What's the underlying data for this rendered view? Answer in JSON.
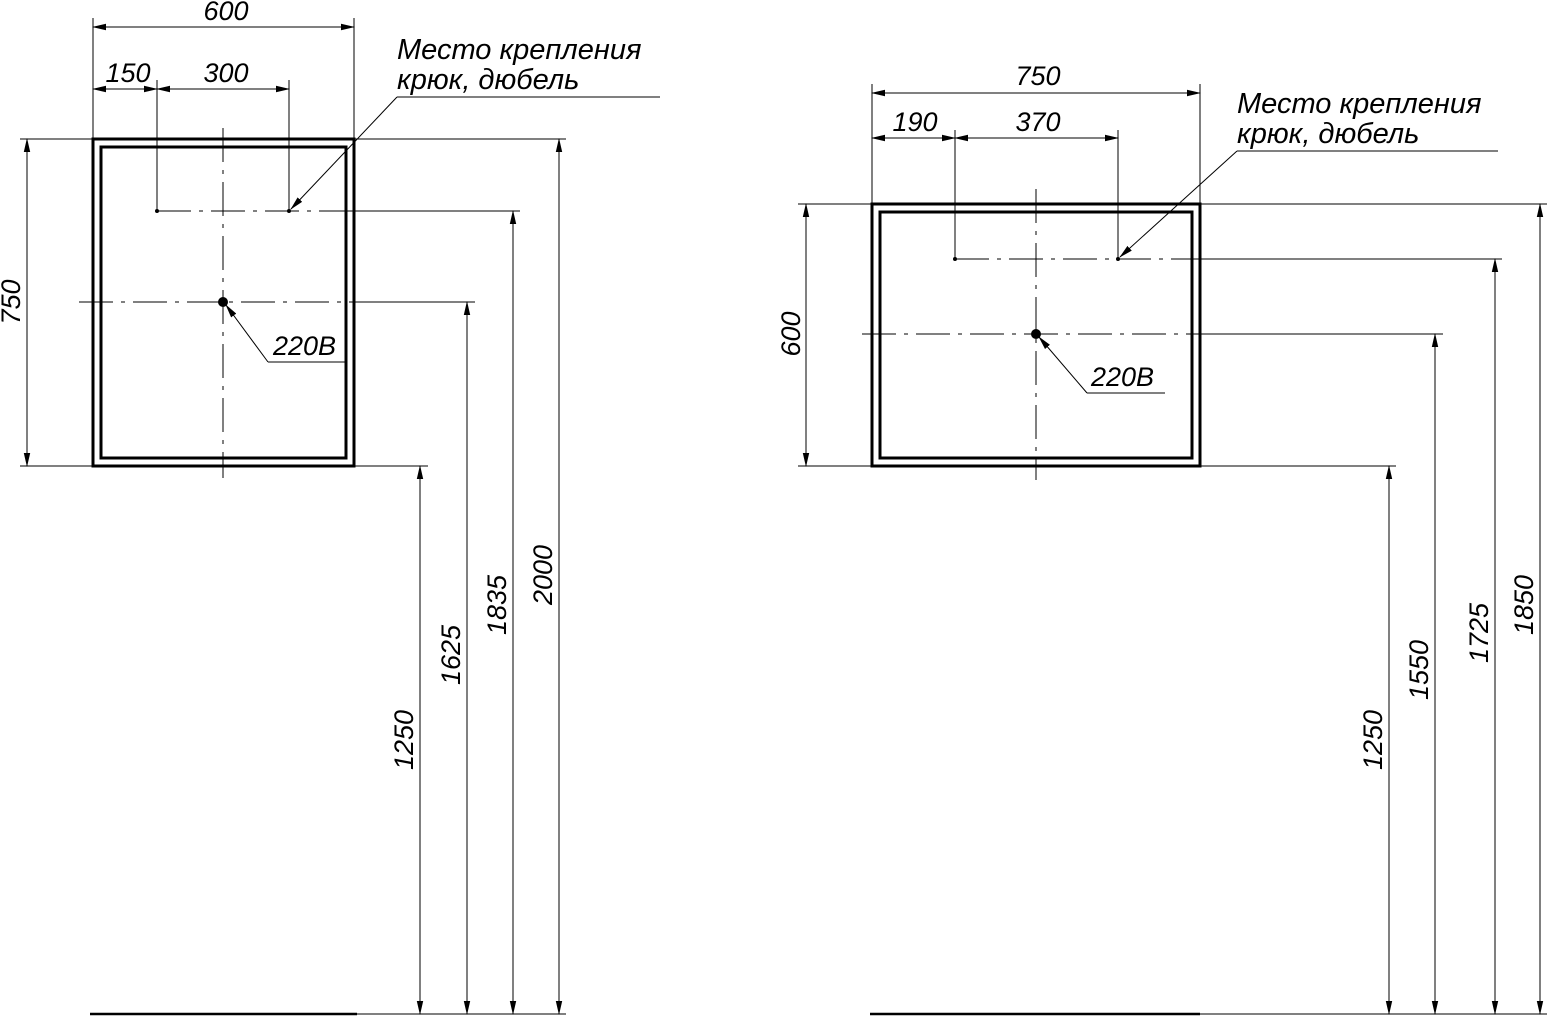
{
  "drawings": [
    {
      "total_width": "600",
      "hook_offset": "150",
      "hook_spacing": "300",
      "mirror_height": "750",
      "mount_note_line1": "Место крепления",
      "mount_note_line2": "крюк, дюбель",
      "power_label": "220В",
      "height_bottom": "1250",
      "height_power": "1625",
      "height_hooks": "1835",
      "height_top": "2000"
    },
    {
      "total_width": "750",
      "hook_offset": "190",
      "hook_spacing": "370",
      "mirror_height": "600",
      "mount_note_line1": "Место крепления",
      "mount_note_line2": "крюк, дюбель",
      "power_label": "220В",
      "height_bottom": "1250",
      "height_power": "1550",
      "height_hooks": "1725",
      "height_top": "1850"
    }
  ]
}
